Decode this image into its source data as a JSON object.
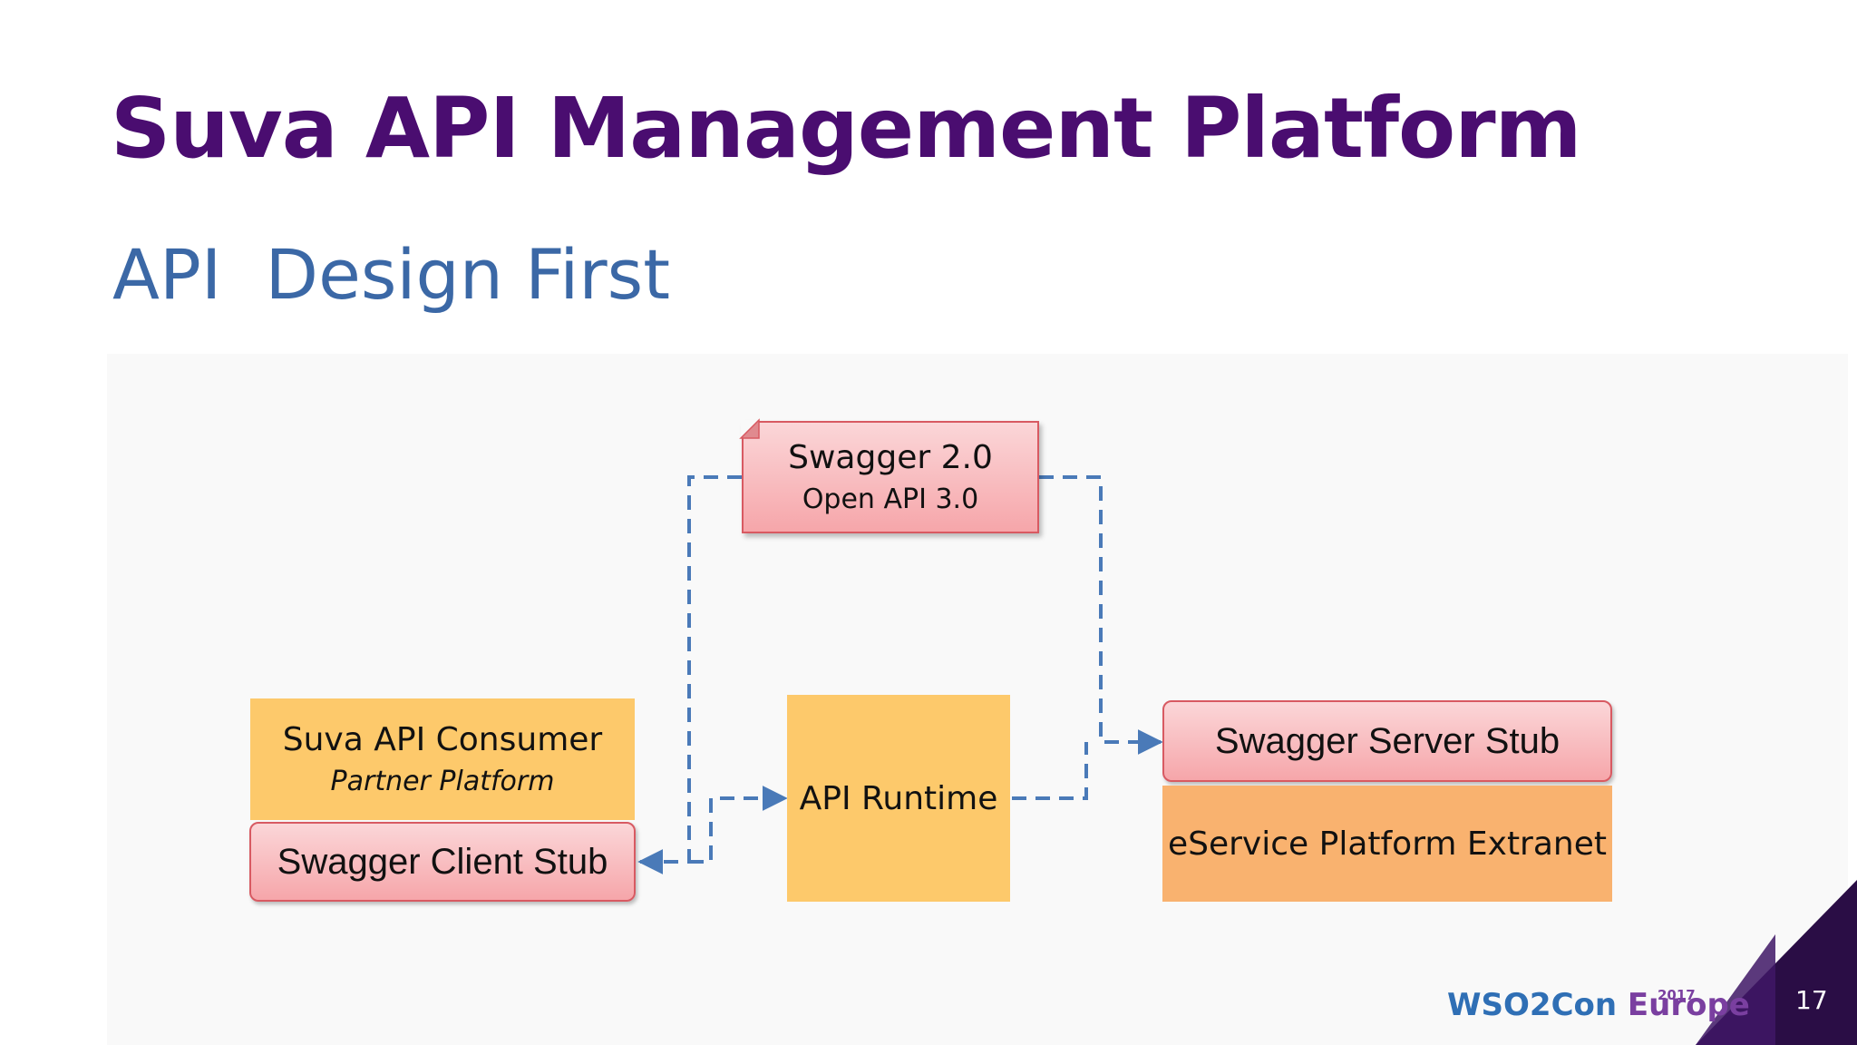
{
  "slide": {
    "title": "Suva API Management Platform",
    "subtitle": "API  Design First",
    "page_number": "17"
  },
  "diagram": {
    "swagger_spec": {
      "line1": "Swagger 2.0",
      "line2": "Open API 3.0"
    },
    "consumer": {
      "line1": "Suva API Consumer",
      "line2": "Partner Platform"
    },
    "client_stub": {
      "label": "Swagger Client Stub"
    },
    "runtime": {
      "label": "API Runtime"
    },
    "server_stub": {
      "label": "Swagger Server Stub"
    },
    "extranet": {
      "label": "eService Platform Extranet"
    }
  },
  "logo": {
    "part1": "WSO2",
    "part2": "Con",
    "part3": " Europe",
    "year": "2017"
  },
  "colors": {
    "title": "#4a0d70",
    "subtitle": "#3b68a6",
    "connector": "#4a7ab8",
    "corner": "#2a0d45"
  }
}
